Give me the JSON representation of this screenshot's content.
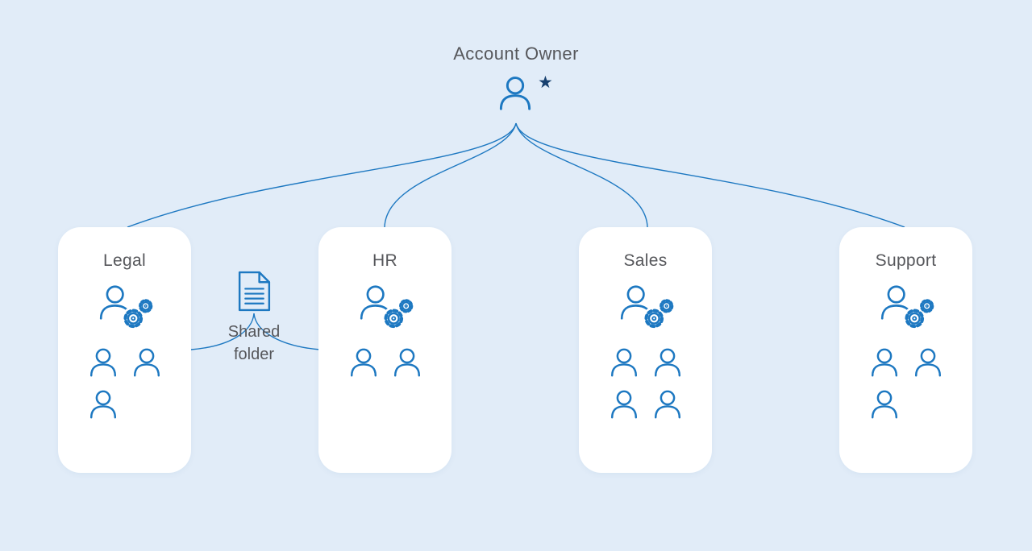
{
  "diagram": {
    "root": {
      "label": "Account Owner",
      "icon": "person-with-star-icon"
    },
    "shared_folder": {
      "label": "Shared folder",
      "icon": "document-icon"
    },
    "departments": [
      {
        "name": "Legal",
        "admin_icon": "admin-gears-icon",
        "member_icon": "person-icon",
        "member_count": 3
      },
      {
        "name": "HR",
        "admin_icon": "admin-gears-icon",
        "member_icon": "person-icon",
        "member_count": 2
      },
      {
        "name": "Sales",
        "admin_icon": "admin-gears-icon",
        "member_icon": "person-icon",
        "member_count": 4
      },
      {
        "name": "Support",
        "admin_icon": "admin-gears-icon",
        "member_icon": "person-icon",
        "member_count": 3
      }
    ],
    "colors": {
      "background": "#e1ecf8",
      "card": "#ffffff",
      "accent": "#1d78c1",
      "text": "#56575b",
      "star": "#17406f"
    }
  }
}
